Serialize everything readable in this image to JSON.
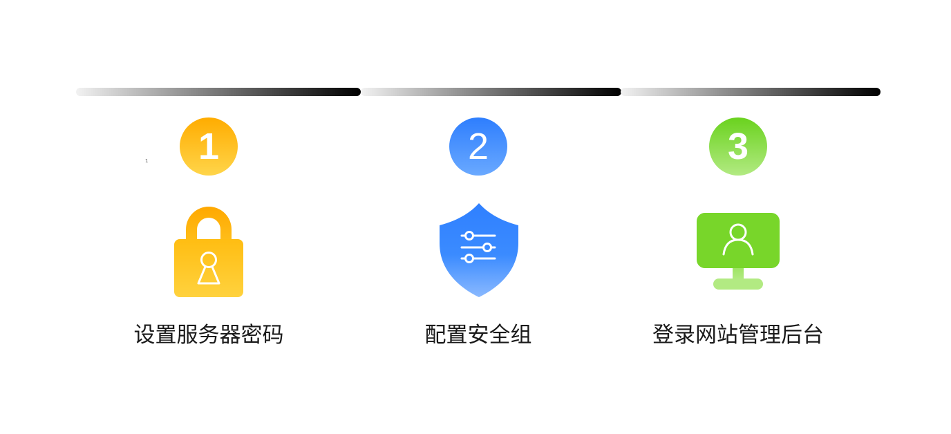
{
  "steps": [
    {
      "number": "1",
      "label": "设置服务器密码",
      "icon": "lock-icon",
      "color": "#ffb300"
    },
    {
      "number": "2",
      "label": "配置安全组",
      "icon": "security-shield-icon",
      "color": "#3a86ff"
    },
    {
      "number": "3",
      "label": "登录网站管理后台",
      "icon": "monitor-user-icon",
      "color": "#77d62c"
    }
  ],
  "stray_mark": "1",
  "colors": {
    "bar_start": "#f2f2f2",
    "bar_end": "#000000",
    "text": "#1a1a1a"
  }
}
